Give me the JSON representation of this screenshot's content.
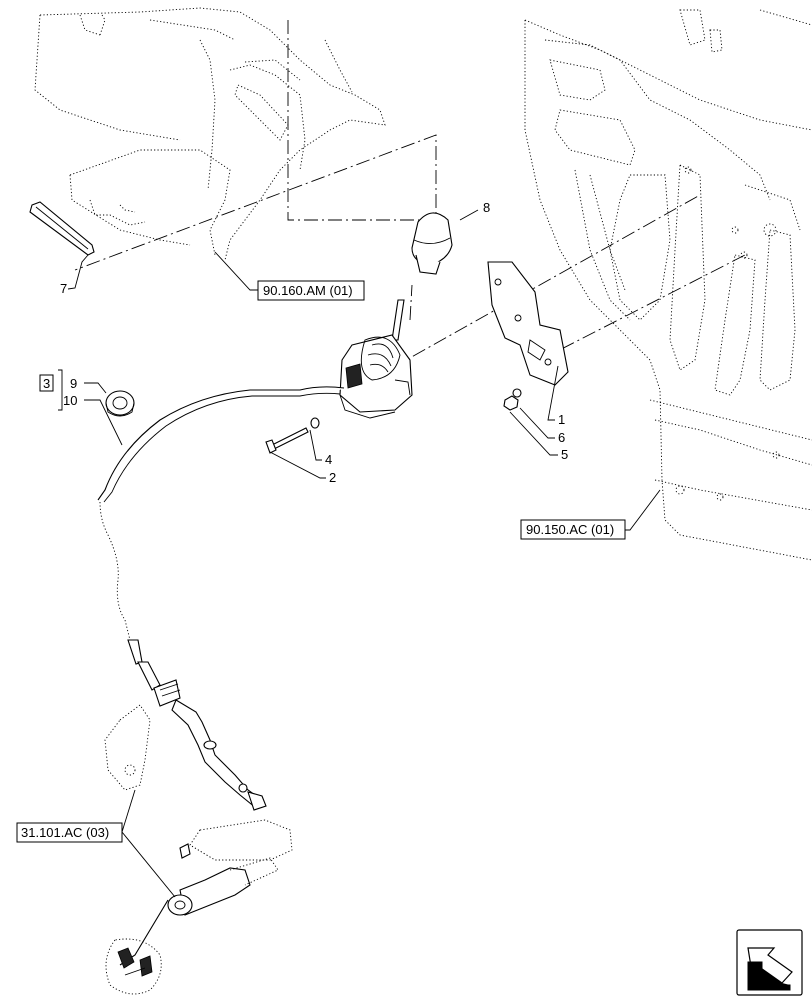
{
  "callouts": {
    "c1": "1",
    "c2": "2",
    "c3": "3",
    "c4": "4",
    "c5": "5",
    "c6": "6",
    "c7": "7",
    "c8": "8",
    "c9": "9",
    "c10": "10"
  },
  "references": {
    "ref_cab_panel": "90.160.AM (01)",
    "ref_side_panel": "90.150.AC (01)",
    "ref_transmission": "31.101.AC (03)"
  },
  "icons": {
    "orientation": "view-direction-arrow-icon"
  }
}
